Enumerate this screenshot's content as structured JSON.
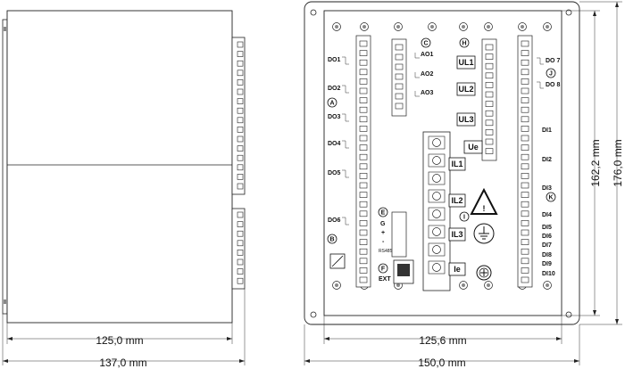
{
  "dimensions": {
    "side_width": "125,0 mm",
    "side_total": "137,0 mm",
    "front_inner_width": "125,6 mm",
    "front_total_width": "150,0 mm",
    "front_inner_height": "162,2 mm",
    "front_total_height": "176,0 mm"
  },
  "section_markers": [
    "A",
    "B",
    "C",
    "E",
    "F",
    "H",
    "I",
    "J",
    "K"
  ],
  "digital_outputs": [
    "DO1",
    "DO2",
    "DO3",
    "DO4",
    "DO5",
    "DO6"
  ],
  "analog_outputs": [
    "AO1",
    "AO2",
    "AO3"
  ],
  "voltage_inputs": [
    "UL1",
    "UL2",
    "UL3",
    "Ue"
  ],
  "current_inputs": [
    "IL1",
    "IL2",
    "IL3",
    "Ie"
  ],
  "relay_outputs": [
    "DO 7",
    "DO 8"
  ],
  "digital_inputs": [
    "DI1",
    "DI2",
    "DI3",
    "DI4",
    "DI5",
    "DI6",
    "DI7",
    "DI8",
    "DI9",
    "DI10"
  ],
  "comm": {
    "rs485": "RS485",
    "ext": "EXT",
    "g": "G",
    "plus": "+",
    "minus": "-"
  },
  "warning_symbol": "!"
}
